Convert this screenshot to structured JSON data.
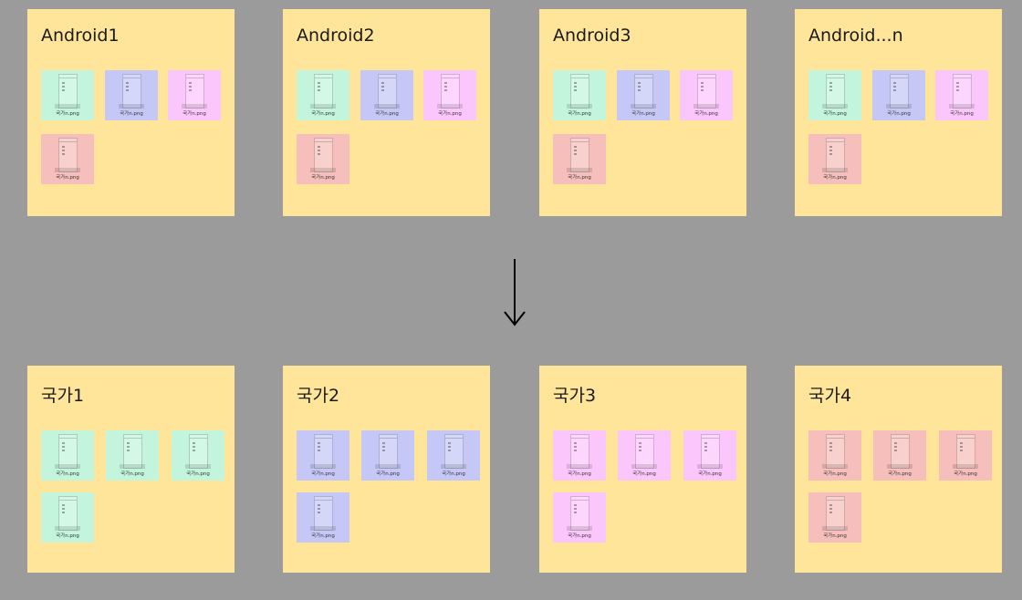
{
  "colors": {
    "background": "#9b9b9b",
    "panel": "#ffe599",
    "mint": "#c2f5db",
    "periwinkle": "#c5c8f7",
    "pink": "#fbc6fb",
    "salmon": "#f6bfbb"
  },
  "file_label": "국가n.png",
  "source_groups": [
    {
      "title": "Android1",
      "tiles": [
        "mint",
        "periwinkle",
        "pink",
        "salmon"
      ]
    },
    {
      "title": "Android2",
      "tiles": [
        "mint",
        "periwinkle",
        "pink",
        "salmon"
      ]
    },
    {
      "title": "Android3",
      "tiles": [
        "mint",
        "periwinkle",
        "pink",
        "salmon"
      ]
    },
    {
      "title": "Android...n",
      "tiles": [
        "mint",
        "periwinkle",
        "pink",
        "salmon"
      ]
    }
  ],
  "arrow_icon": "arrow-down-icon",
  "target_groups": [
    {
      "title": "국가1",
      "tiles": [
        "mint",
        "mint",
        "mint",
        "mint"
      ]
    },
    {
      "title": "국가2",
      "tiles": [
        "periwinkle",
        "periwinkle",
        "periwinkle",
        "periwinkle"
      ]
    },
    {
      "title": "국가3",
      "tiles": [
        "pink",
        "pink",
        "pink",
        "pink"
      ]
    },
    {
      "title": "국가4",
      "tiles": [
        "salmon",
        "salmon",
        "salmon",
        "salmon"
      ]
    }
  ]
}
